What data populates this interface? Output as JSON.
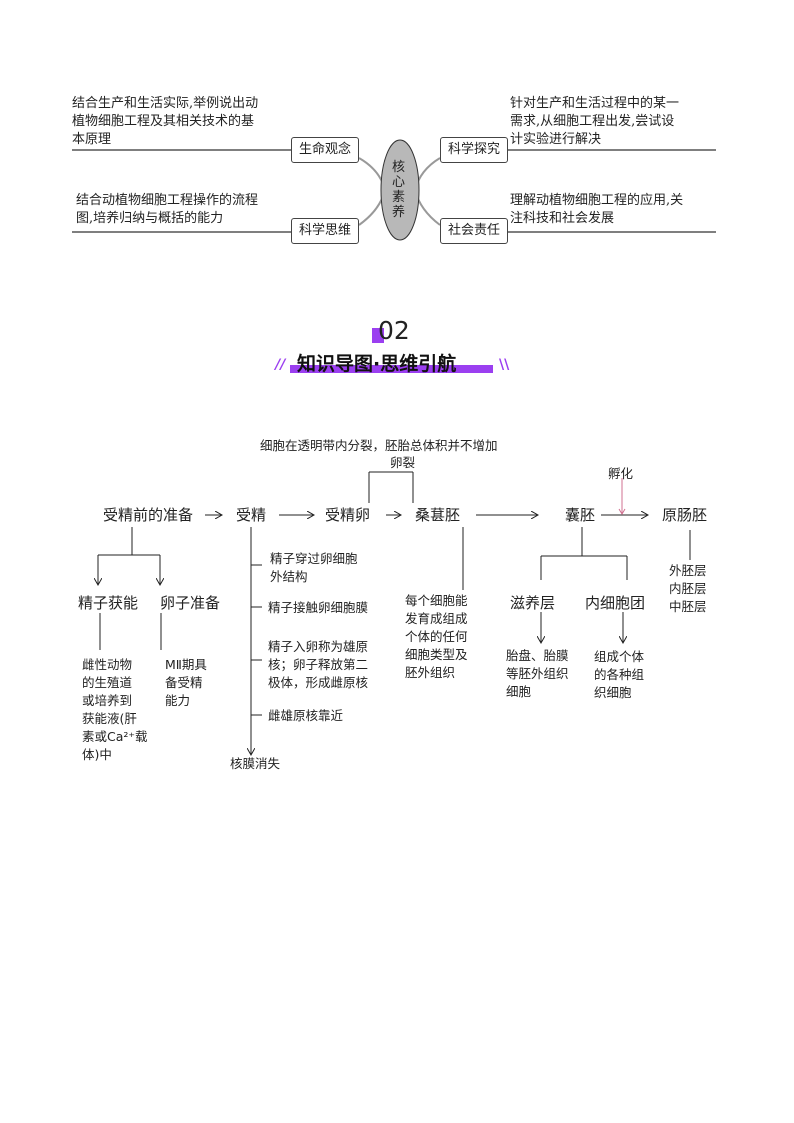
{
  "core": {
    "center": "核心素养",
    "left_top": {
      "label": "生命观念",
      "text": [
        "结合生产和生活实际,举例说出动",
        "植物细胞工程及其相关技术的基",
        "本原理"
      ]
    },
    "left_bottom": {
      "label": "科学思维",
      "text": [
        "结合动植物细胞工程操作的流程",
        "图,培养归纳与概括的能力"
      ]
    },
    "right_top": {
      "label": "科学探究",
      "text": [
        "针对生产和生活过程中的某一",
        "需求,从细胞工程出发,尝试设",
        "计实验进行解决"
      ]
    },
    "right_bottom": {
      "label": "社会责任",
      "text": [
        "理解动植物细胞工程的应用,关",
        "注科技和社会发展"
      ]
    }
  },
  "section": {
    "number": "02",
    "title": "知识导图·思维引航",
    "accent": "#9b3ff0"
  },
  "flow": {
    "top_note": "细胞在透明带内分裂，胚胎总体积并不增加",
    "cleavage": "卵裂",
    "hatching": "孵化",
    "main": [
      "受精前的准备",
      "受精",
      "受精卵",
      "桑葚胚",
      "囊胚",
      "原肠胚"
    ],
    "prep": {
      "sperm": "精子获能",
      "egg": "卵子准备",
      "sperm_desc": [
        "雌性动物",
        "的生殖道",
        "或培养到",
        "获能液(肝",
        "素或Ca²⁺载",
        "体)中"
      ],
      "egg_desc": [
        "MⅡ期具",
        "备受精",
        "能力"
      ]
    },
    "fert": {
      "steps": [
        [
          "精子穿过卵细胞",
          "外结构"
        ],
        [
          "精子接触卵细胞膜"
        ],
        [
          "精子入卵称为雄原",
          "核；卵子释放第二",
          "极体，形成雌原核"
        ],
        [
          "雌雄原核靠近"
        ]
      ],
      "end": "核膜消失"
    },
    "morula_desc": [
      "每个细胞能",
      "发育成组成",
      "个体的任何",
      "细胞类型及",
      "胚外组织"
    ],
    "blast": {
      "troph": "滋养层",
      "icm": "内细胞团",
      "troph_desc": [
        "胎盘、胎膜",
        "等胚外组织",
        "细胞"
      ],
      "icm_desc": [
        "组成个体",
        "的各种组",
        "织细胞"
      ]
    },
    "gastrula_layers": [
      "外胚层",
      "内胚层",
      "中胚层"
    ]
  }
}
